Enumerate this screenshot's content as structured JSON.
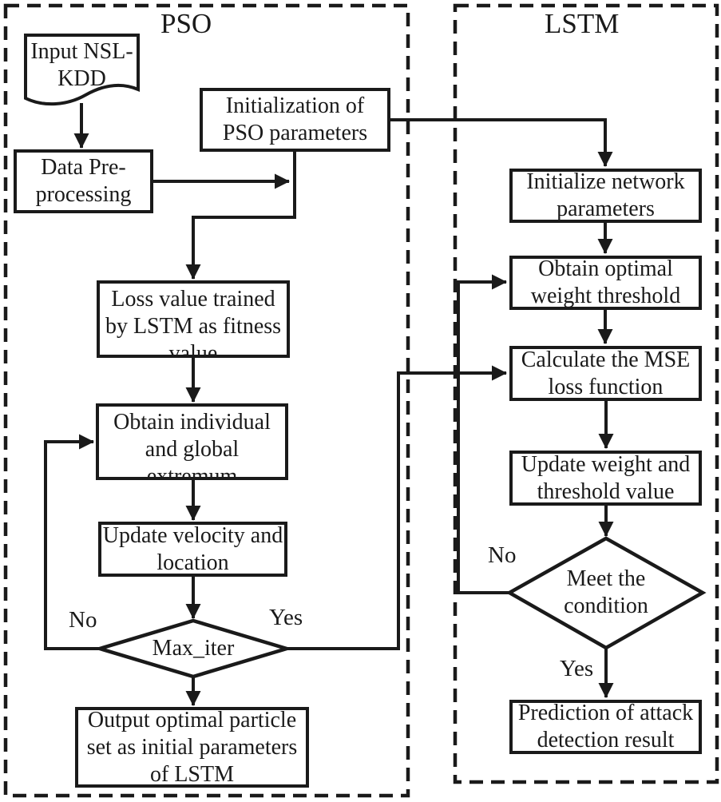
{
  "colors": {
    "ink": "#1a1a1a",
    "paper": "#ffffff"
  },
  "pso": {
    "title": "PSO",
    "no_label": "No",
    "yes_label": "Yes",
    "nodes": {
      "input": {
        "lines": [
          "Input NSL-",
          "KDD"
        ]
      },
      "preprocess": {
        "lines": [
          "Data Pre-",
          "processing"
        ]
      },
      "init_params": {
        "lines": [
          "Initialization of",
          "PSO parameters"
        ]
      },
      "loss_value": {
        "lines": [
          "Loss value trained",
          "by LSTM as fitness",
          "value"
        ]
      },
      "extremum": {
        "lines": [
          "Obtain individual",
          "and global",
          "extremum"
        ]
      },
      "velocity": {
        "lines": [
          "Update velocity and",
          "location"
        ]
      },
      "decision": {
        "lines": [
          "Max_iter"
        ]
      },
      "output": {
        "lines": [
          "Output optimal particle",
          "set as initial parameters",
          "of LSTM"
        ]
      }
    }
  },
  "lstm": {
    "title": "LSTM",
    "no_label": "No",
    "yes_label": "Yes",
    "nodes": {
      "init_network": {
        "lines": [
          "Initialize network",
          "parameters"
        ]
      },
      "weight_threshold": {
        "lines": [
          "Obtain optimal",
          "weight threshold"
        ]
      },
      "mse": {
        "lines": [
          "Calculate the MSE",
          "loss function"
        ]
      },
      "update_weight": {
        "lines": [
          "Update weight and",
          "threshold value"
        ]
      },
      "decision": {
        "lines": [
          "Meet the",
          "condition"
        ]
      },
      "prediction": {
        "lines": [
          "Prediction of attack",
          "detection result"
        ]
      }
    }
  }
}
